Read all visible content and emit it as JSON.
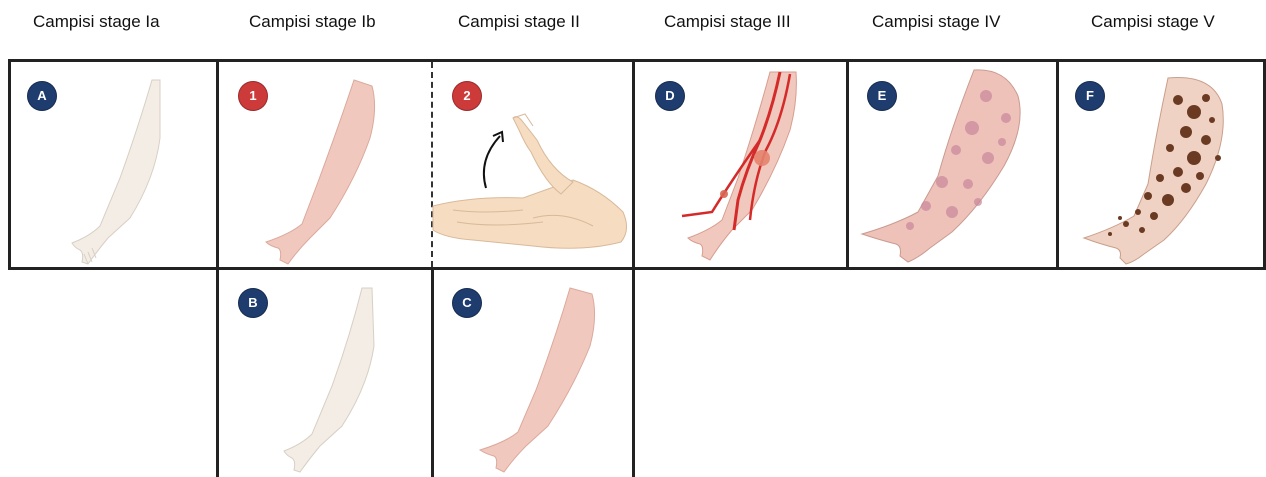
{
  "headers": [
    "Campisi stage Ia",
    "Campisi stage Ib",
    "Campisi stage II",
    "Campisi stage III",
    "Campisi stage IV",
    "Campisi stage V"
  ],
  "badges": {
    "A": "A",
    "one": "1",
    "two": "2",
    "D": "D",
    "E": "E",
    "F": "F",
    "B": "B",
    "C": "C"
  },
  "colors": {
    "badge_blue": "#1f3c6e",
    "badge_red": "#cd3a3a",
    "skin_pale": "#f3ede6",
    "skin_pink": "#f1c8bd",
    "vessel_red": "#d42a2a",
    "spot_brown": "#6b3a22"
  }
}
